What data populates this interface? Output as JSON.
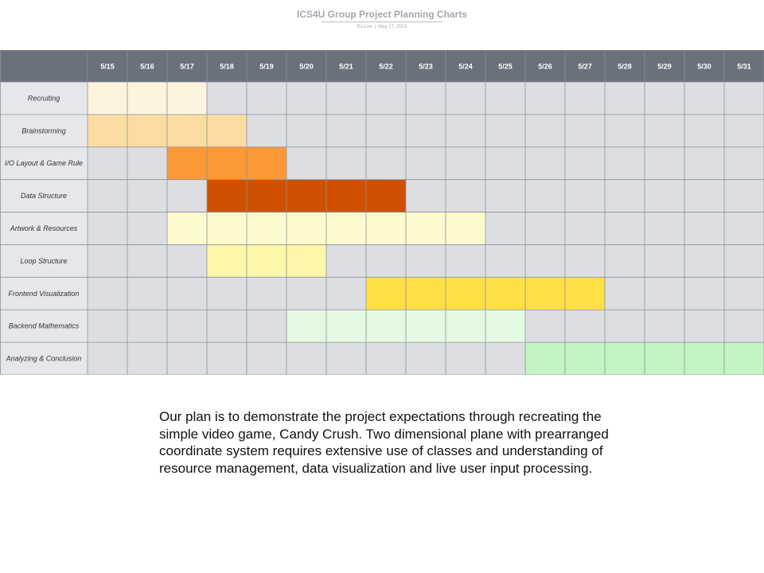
{
  "header": {
    "title": "ICS4U Group Project Planning Charts",
    "author": "Ro.Lee",
    "date": "May 17, 2023"
  },
  "chart_data": {
    "type": "gantt",
    "dates": [
      "5/15",
      "5/16",
      "5/17",
      "5/18",
      "5/19",
      "5/20",
      "5/21",
      "5/22",
      "5/23",
      "5/24",
      "5/25",
      "5/26",
      "5/27",
      "5/28",
      "5/29",
      "5/30",
      "5/31"
    ],
    "tasks": [
      {
        "name": "Recruiting",
        "start": "5/15",
        "end": "5/17",
        "color": "#fef3dc"
      },
      {
        "name": "Brainstorming",
        "start": "5/15",
        "end": "5/18",
        "color": "#fddca2"
      },
      {
        "name": "I/O Layout & Game Rule",
        "start": "5/17",
        "end": "5/19",
        "color": "#fb9937"
      },
      {
        "name": "Data Structure",
        "start": "5/18",
        "end": "5/22",
        "color": "#cf5100"
      },
      {
        "name": "Artwork & Resources",
        "start": "5/17",
        "end": "5/24",
        "color": "#fdfbcd"
      },
      {
        "name": "Loop Structure",
        "start": "5/18",
        "end": "5/20",
        "color": "#fef6a8"
      },
      {
        "name": "Frontend Visualization",
        "start": "5/22",
        "end": "5/27",
        "color": "#fee044"
      },
      {
        "name": "Backend Mathematics",
        "start": "5/20",
        "end": "5/25",
        "color": "#e4f9e1"
      },
      {
        "name": "Analyzing  & Conclusion",
        "start": "5/26",
        "end": "5/31",
        "color": "#c3f4c3"
      }
    ],
    "colors": {
      "header_bg": "#6b717c",
      "header_text": "#ffffff",
      "cell_bg": "#dcdee2",
      "label_bg": "#e5e7ea",
      "grid": "#8d929a",
      "label_text": "#333333"
    }
  },
  "description": "Our plan is to demonstrate the project expectations through recreating the simple video game, Candy Crush. Two dimensional plane with prearranged coordinate system requires extensive use of classes and understanding of resource management, data visualization and live user input processing."
}
